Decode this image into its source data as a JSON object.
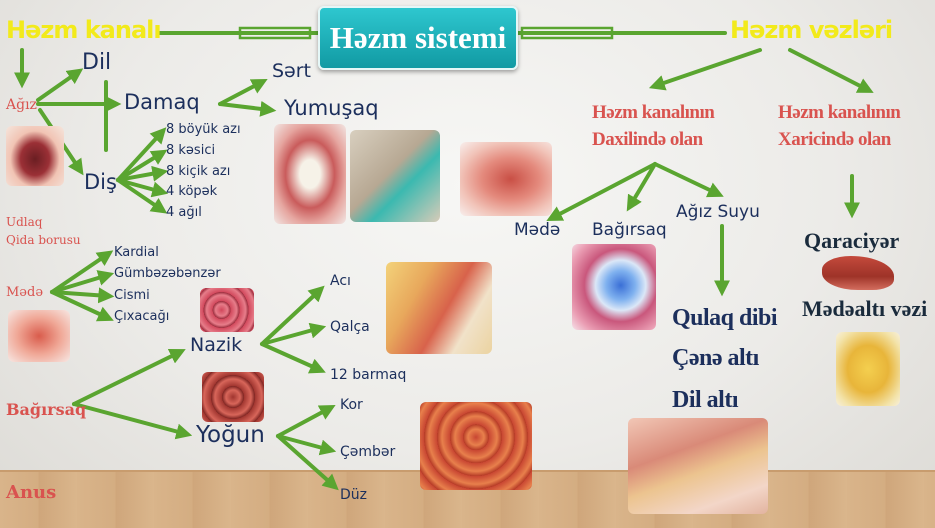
{
  "title": "Həzm sistemi",
  "canal_heading": "Həzm kanalı",
  "glands_heading": "Həzm vəzləri",
  "canal": {
    "mouth": "Ağız",
    "tongue": "Dil",
    "palate": "Damaq",
    "palate_parts": [
      "Sərt",
      "Yumuşaq"
    ],
    "teeth": "Diş",
    "teeth_types": [
      "8 böyük azı",
      "8 kəsici",
      "8 kiçik azı",
      "4 köpək",
      "4 ağıl"
    ],
    "pharynx": "Udlaq",
    "esophagus": "Qida borusu",
    "stomach": "Mədə",
    "stomach_parts": [
      "Kardial",
      "Gümbəzəbənzər",
      "Cismi",
      "Çıxacağı"
    ],
    "intestine": "Bağırsaq",
    "small_intestine": "Nazik",
    "small_parts": [
      "Acı",
      "Qalça",
      "12 barmaq"
    ],
    "large_intestine": "Yoğun",
    "large_parts": [
      "Kor",
      "Çəmbər",
      "Düz"
    ],
    "anus": "Anus"
  },
  "glands": {
    "inner": "Həzm kanalının Daxilində olan",
    "outer": "Həzm kanalının Xaricində olan",
    "inner_items": [
      "Mədə",
      "Bağırsaq",
      "Ağız Suyu"
    ],
    "salivary": [
      "Qulaq dibi",
      "Çənə altı",
      "Dil altı"
    ],
    "outer_items": [
      "Qaraciyər",
      "Mədəaltı vəzi"
    ]
  }
}
